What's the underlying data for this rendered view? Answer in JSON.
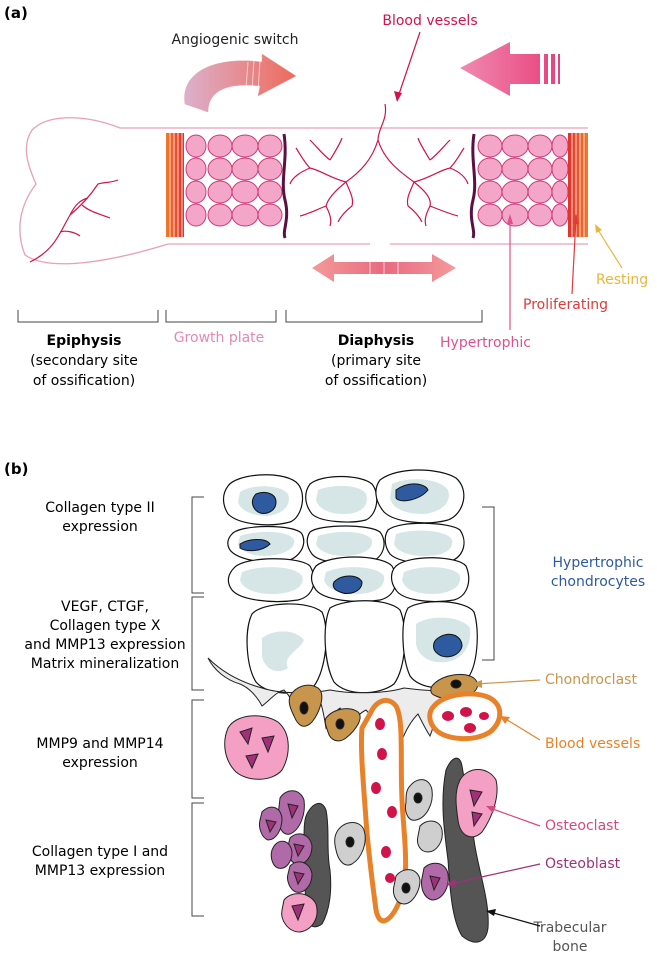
{
  "panel_a": {
    "tag": "(a)",
    "angiogenic_switch": "Angiogenic switch",
    "blood_vessels": "Blood vessels",
    "resting": "Resting",
    "proliferating": "Proliferating",
    "hypertrophic": "Hypertrophic",
    "epiphysis_title": "Epiphysis",
    "epiphysis_line1": "(secondary site",
    "epiphysis_line2": "of ossification)",
    "growth_plate": "Growth plate",
    "diaphysis_title": "Diaphysis",
    "diaphysis_line1": "(primary site",
    "diaphysis_line2": "of ossification)"
  },
  "panel_b": {
    "tag": "(b)",
    "left_labels": {
      "collagen2_line1": "Collagen type II",
      "collagen2_line2": "expression",
      "vegf_line1": "VEGF, CTGF,",
      "vegf_line2": "Collagen type X",
      "vegf_line3": "and MMP13 expression",
      "vegf_line4": "Matrix mineralization",
      "mmp_line1": "MMP9 and MMP14",
      "mmp_line2": "expression",
      "collagen1_line1": "Collagen type I and",
      "collagen1_line2": "MMP13 expression"
    },
    "right_labels": {
      "hypertrophic_line1": "Hypertrophic",
      "hypertrophic_line2": "chondrocytes",
      "chondroclast": "Chondroclast",
      "blood_vessels": "Blood vessels",
      "osteoclast": "Osteoclast",
      "osteoblast": "Osteoblast",
      "trabecular_line1": "Trabecular",
      "trabecular_line2": "bone"
    }
  },
  "colors": {
    "vessel_red": "#d1134a",
    "pink": "#e0508c",
    "resting_yellow": "#e8b63a",
    "prolif_red": "#e03a3a",
    "hyper_blue": "#2e5aa0",
    "chondroclast_tan": "#c8954c",
    "vessel_orange": "#e8822a",
    "osteoclast_pink": "#d6497f",
    "osteoblast_purple": "#a0307a",
    "bone_gray": "#555555"
  }
}
